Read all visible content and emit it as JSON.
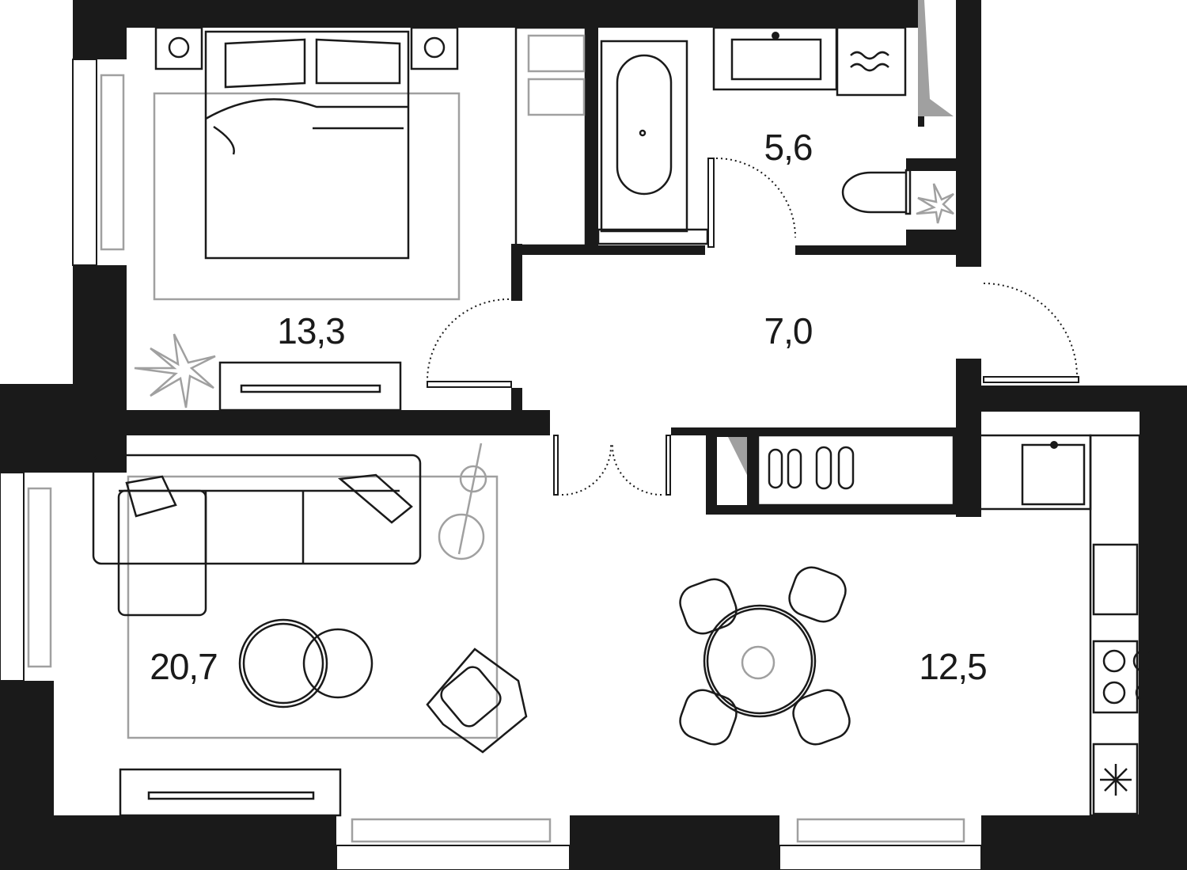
{
  "rooms": [
    {
      "id": "bedroom",
      "area": "13,3"
    },
    {
      "id": "bathroom",
      "area": "5,6"
    },
    {
      "id": "hallway",
      "area": "7,0"
    },
    {
      "id": "living-room",
      "area": "20,7"
    },
    {
      "id": "kitchen",
      "area": "12,5"
    }
  ],
  "colors": {
    "wall": "#1a1a1a",
    "furniture_gray": "#a0a0a0",
    "background": "#ffffff"
  }
}
